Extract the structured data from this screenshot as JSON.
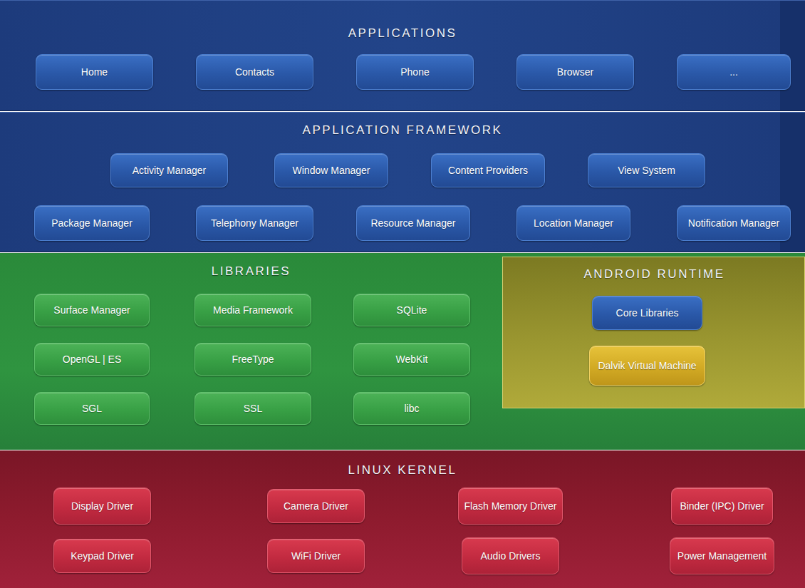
{
  "diagram": {
    "nodes": [
      {
        "text": [
          "APPLICATIONS"
        ]
      },
      {
        "text": [
          "Home"
        ],
        "in": 0
      },
      {
        "text": [
          "Contacts"
        ],
        "in": 0
      },
      {
        "text": [
          "Phone"
        ],
        "in": 0
      },
      {
        "text": [
          "Browser"
        ],
        "in": 0
      },
      {
        "text": [
          "..."
        ],
        "in": 0
      },
      {
        "text": [
          "APPLICATION FRAMEWORK"
        ]
      },
      {
        "text": [
          "Activity Manager"
        ],
        "in": 6
      },
      {
        "text": [
          "Window Manager"
        ],
        "in": 6
      },
      {
        "text": [
          "Content Providers"
        ],
        "in": 6
      },
      {
        "text": [
          "View System"
        ],
        "in": 6
      },
      {
        "text": [
          "Package Manager"
        ],
        "in": 6
      },
      {
        "text": [
          "Telephony Manager"
        ],
        "in": 6
      },
      {
        "text": [
          "Resource Manager"
        ],
        "in": 6
      },
      {
        "text": [
          "Location Manager"
        ],
        "in": 6
      },
      {
        "text": [
          "Notification Manager"
        ],
        "in": 6
      },
      {
        "text": [
          "LIBRARIES"
        ]
      },
      {
        "text": [
          "Surface Manager"
        ],
        "in": 16
      },
      {
        "text": [
          "Media Framework"
        ],
        "in": 16
      },
      {
        "text": [
          "SQLite"
        ],
        "in": 16
      },
      {
        "text": [
          "OpenGL | ES"
        ],
        "in": 16
      },
      {
        "text": [
          "FreeType"
        ],
        "in": 16
      },
      {
        "text": [
          "WebKit"
        ],
        "in": 16
      },
      {
        "text": [
          "SGL"
        ],
        "in": 16
      },
      {
        "text": [
          "SSL"
        ],
        "in": 16
      },
      {
        "text": [
          "libc"
        ],
        "in": 16
      },
      {
        "text": [
          "ANDROID RUNTIME"
        ],
        "in": 16
      },
      {
        "text": [
          "Core Libraries"
        ],
        "in": 26
      },
      {
        "text": [
          "Dalvik Virtual Machine"
        ],
        "in": 26
      },
      {
        "text": [
          "LINUX KERNEL"
        ]
      },
      {
        "text": [
          "Display Driver"
        ],
        "in": 29
      },
      {
        "text": [
          "Camera Driver"
        ],
        "in": 29
      },
      {
        "text": [
          "Flash Memory Driver"
        ],
        "in": 29
      },
      {
        "text": [
          "Binder (IPC) Driver"
        ],
        "in": 29
      },
      {
        "text": [
          "Keypad Driver"
        ],
        "in": 29
      },
      {
        "text": [
          "WiFi Driver"
        ],
        "in": 29
      },
      {
        "text": [
          "Audio Drivers"
        ],
        "in": 29
      },
      {
        "text": [
          "Power Management"
        ],
        "in": 29
      }
    ]
  }
}
